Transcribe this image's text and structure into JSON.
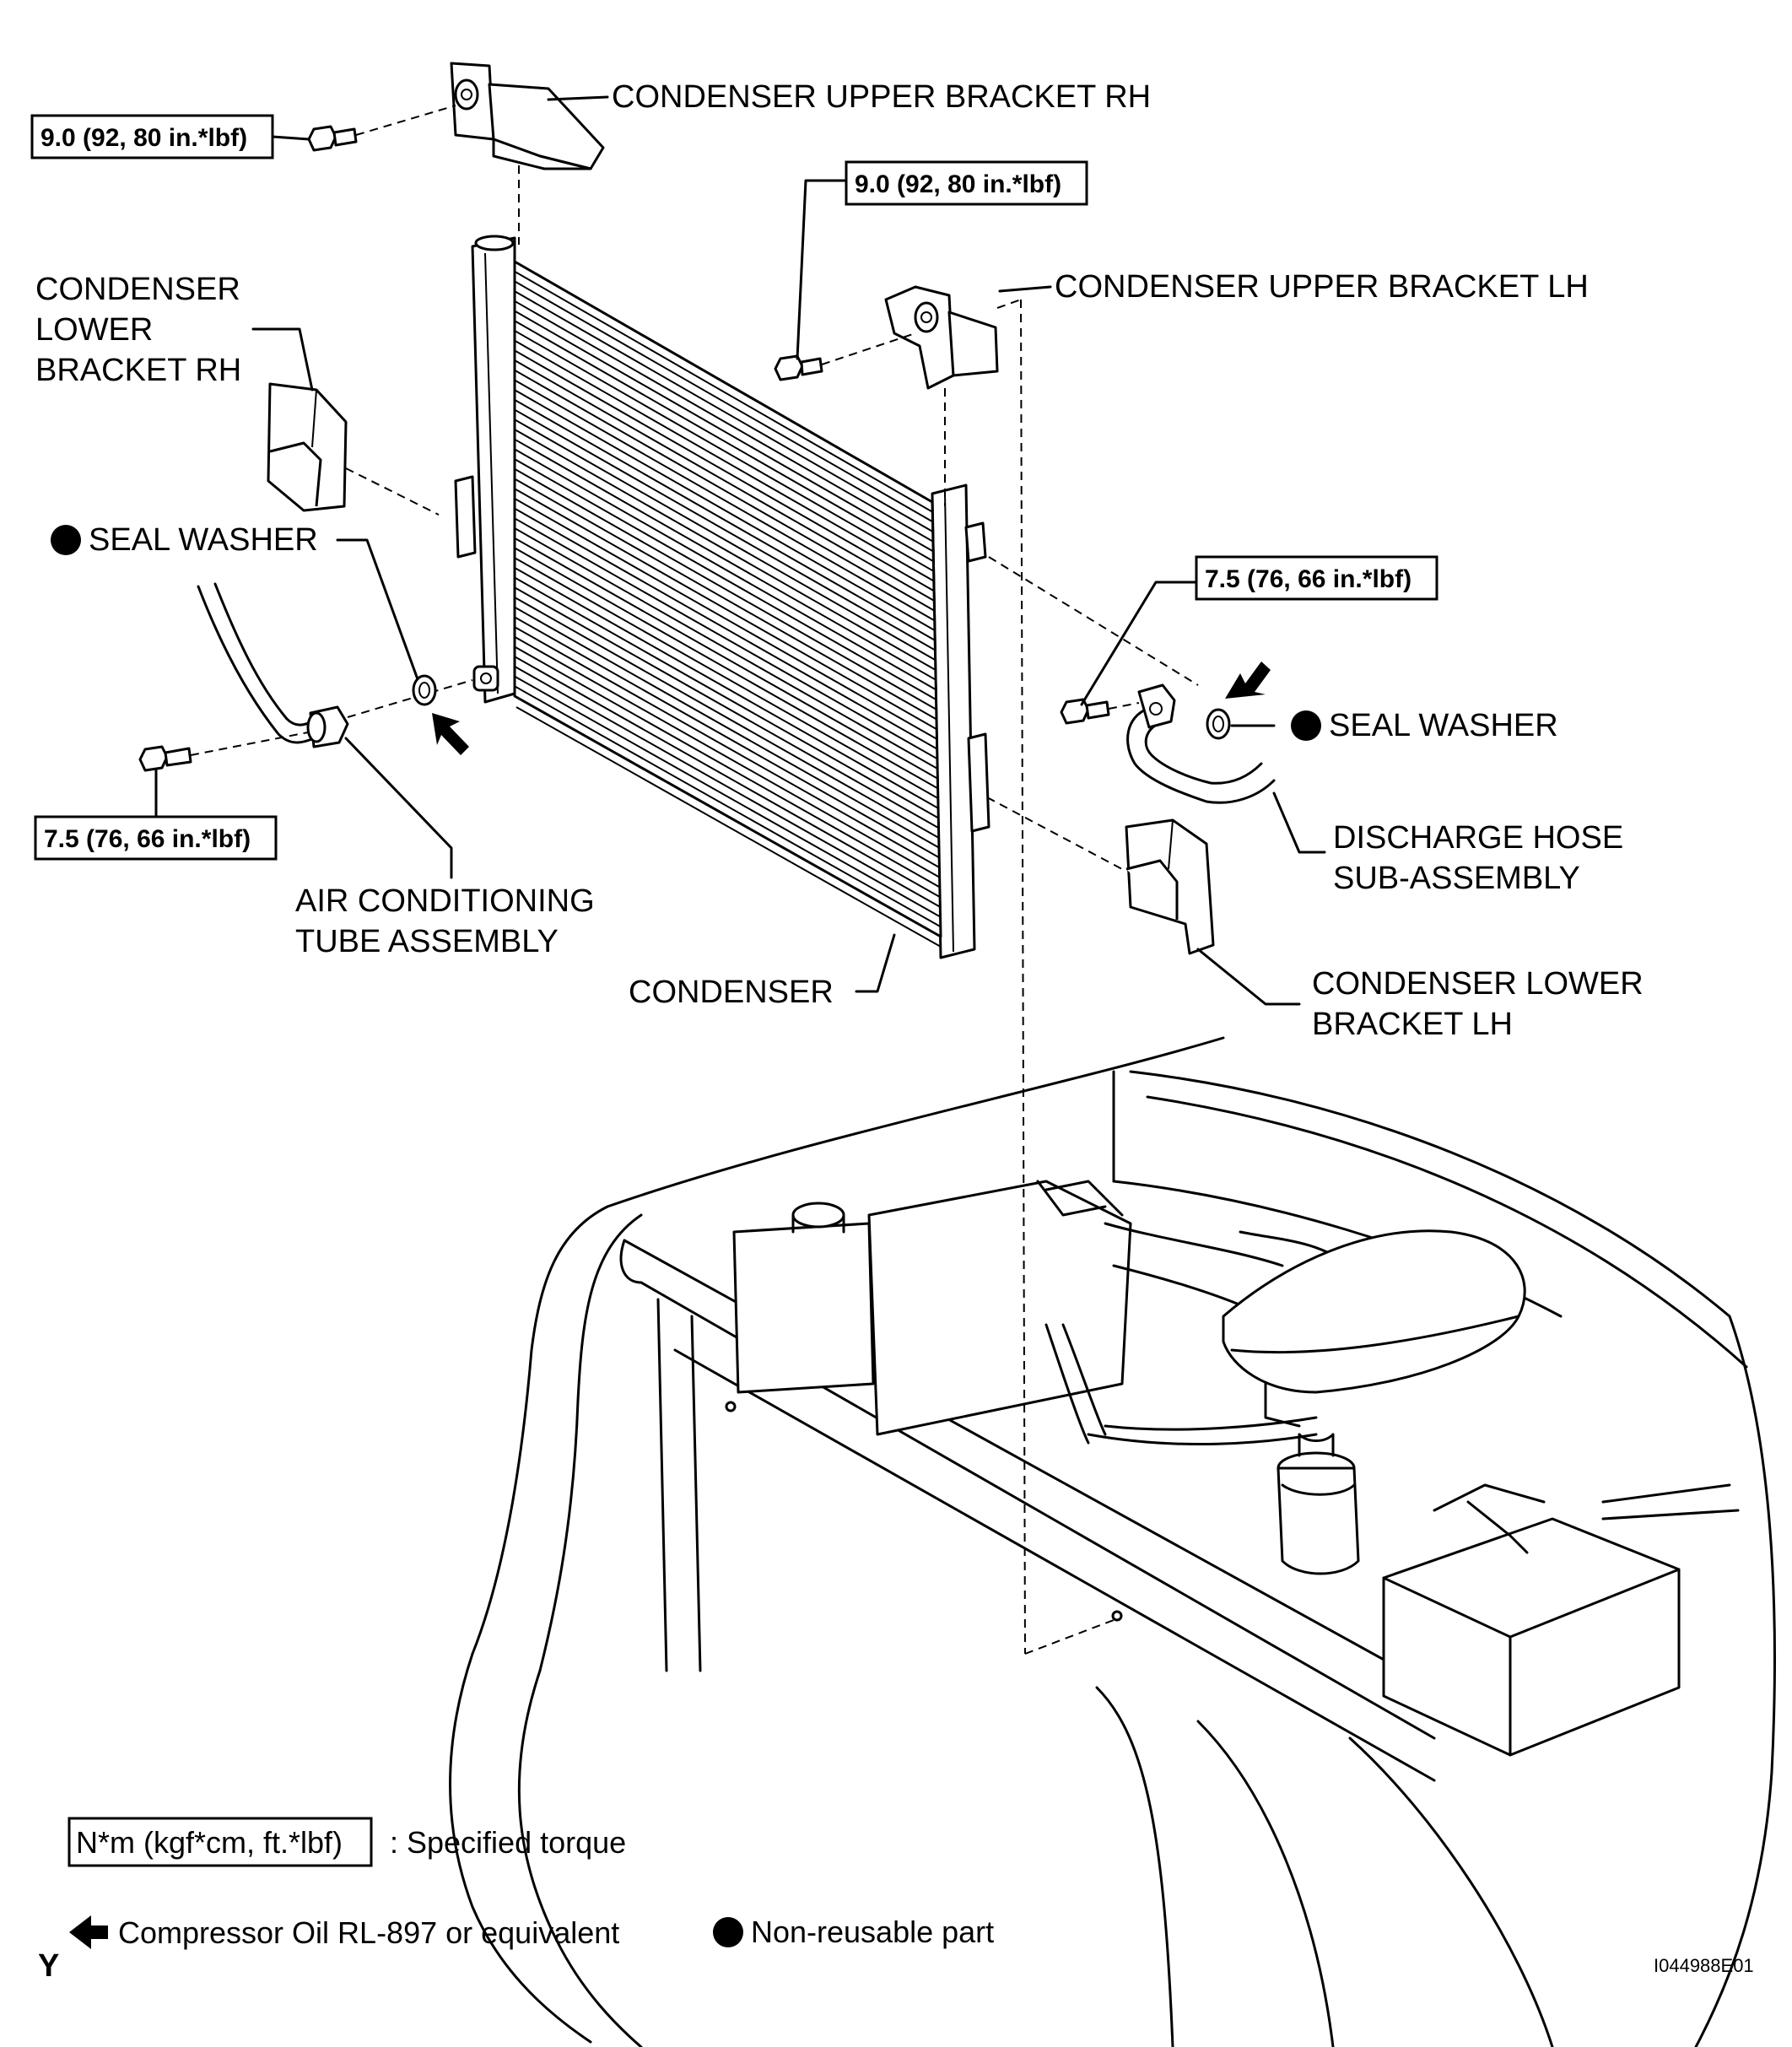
{
  "labels": {
    "upper_bracket_rh": "CONDENSER UPPER BRACKET RH",
    "upper_bracket_lh": "CONDENSER UPPER BRACKET LH",
    "lower_bracket_rh": [
      "CONDENSER",
      "LOWER",
      "BRACKET RH"
    ],
    "seal_washer_left": "SEAL WASHER",
    "seal_washer_right": "SEAL WASHER",
    "discharge_hose": [
      "DISCHARGE HOSE",
      "SUB-ASSEMBLY"
    ],
    "air_conditioning_tube": [
      "AIR CONDITIONING",
      "TUBE ASSEMBLY"
    ],
    "condenser": "CONDENSER",
    "lower_bracket_lh": [
      "CONDENSER LOWER",
      "BRACKET LH"
    ]
  },
  "torques": {
    "upper_rh": "9.0 (92, 80 in.*lbf)",
    "upper_lh": "9.0 (92, 80 in.*lbf)",
    "discharge": "7.5 (76, 66 in.*lbf)",
    "tube": "7.5 (76, 66 in.*lbf)"
  },
  "legend": {
    "torque_unit": "N*m (kgf*cm, ft.*lbf)",
    "torque_text": ": Specified torque",
    "oil_text": "Compressor Oil RL-897 or equivalent",
    "nonreusable_text": "Non-reusable part"
  },
  "corner_letter": "Y",
  "figure_code": "I044988E01"
}
